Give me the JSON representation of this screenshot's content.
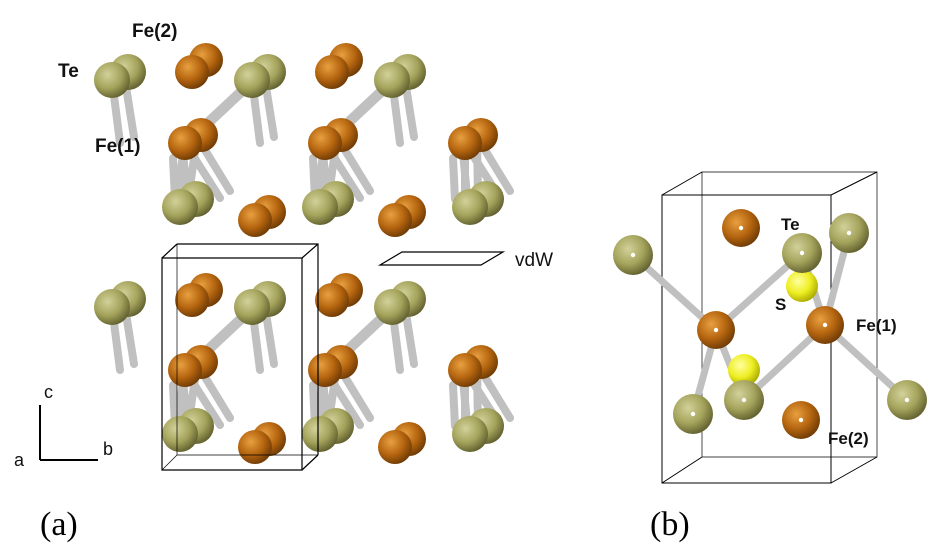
{
  "panel_a": {
    "label": "(a)",
    "atom_labels": {
      "fe2": "Fe(2)",
      "te": "Te",
      "fe1": "Fe(1)"
    },
    "gap_label": "vdW",
    "axes": {
      "c": "c",
      "a": "a",
      "b": "b"
    }
  },
  "panel_b": {
    "label": "(b)",
    "atom_labels": {
      "te": "Te",
      "s": "S",
      "fe1": "Fe(1)",
      "fe2": "Fe(2)"
    }
  },
  "colors": {
    "fe": "#b5650f",
    "te": "#a5a45c",
    "s": "#eeee22",
    "bond": "#c0c0c0",
    "cell": "#000000"
  }
}
